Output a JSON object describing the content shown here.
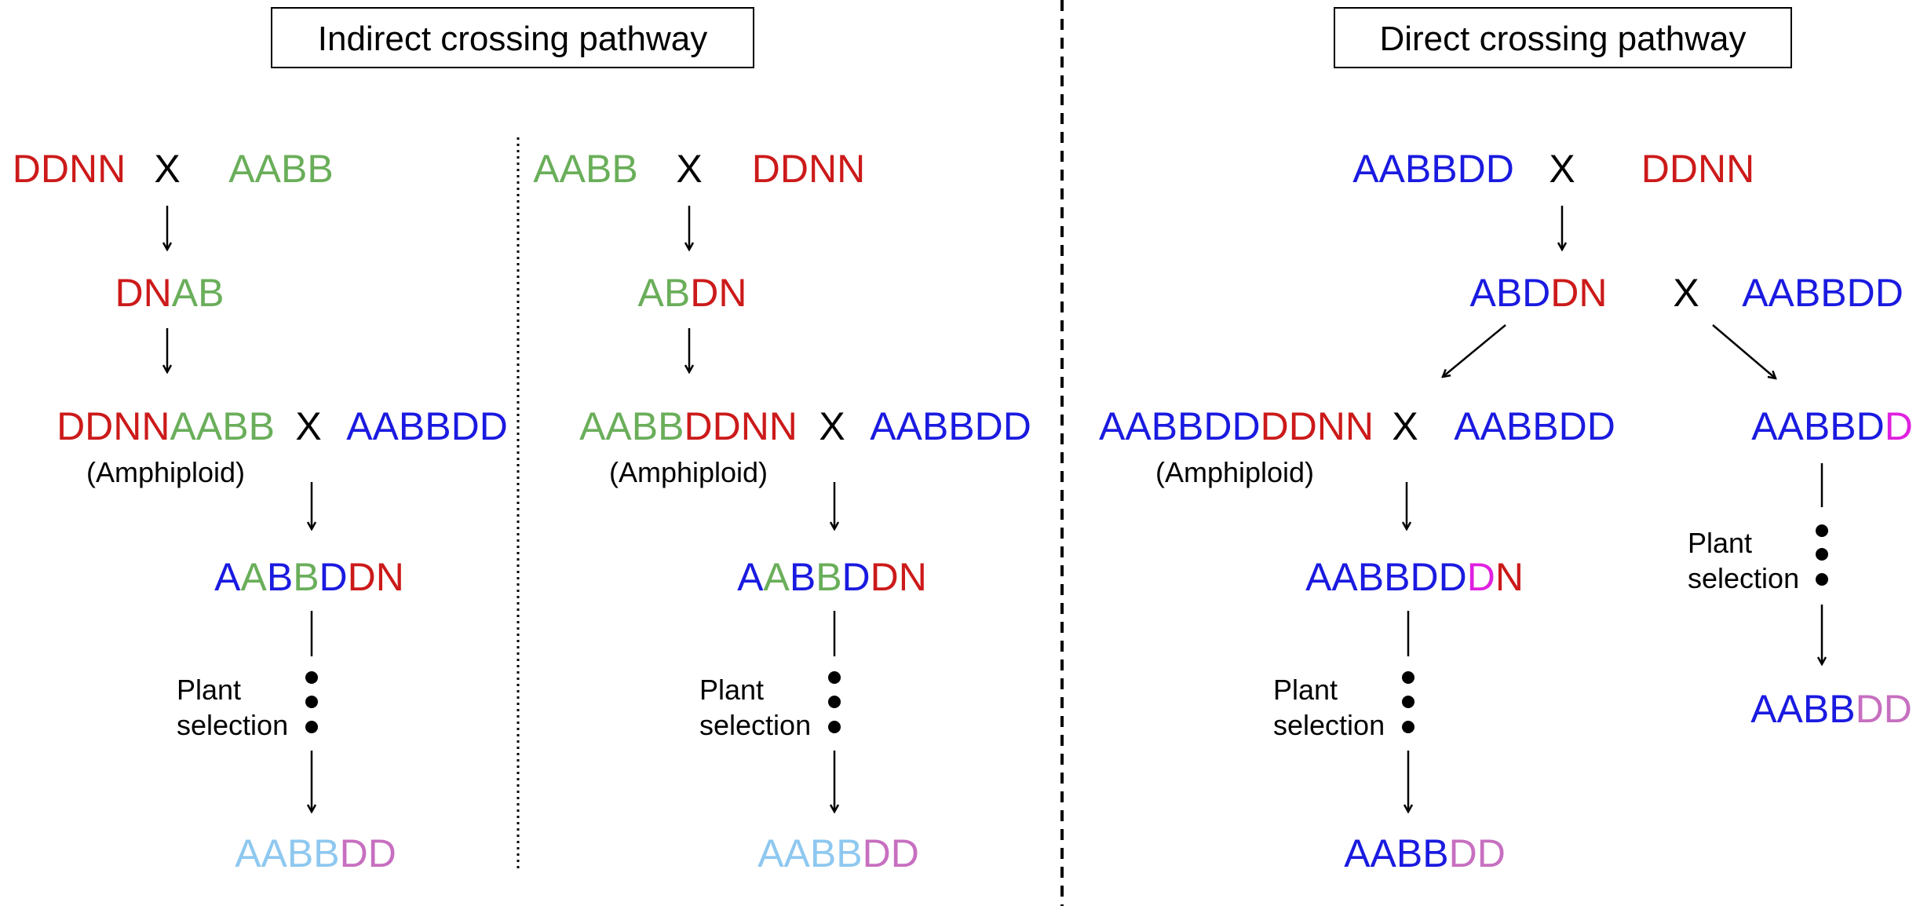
{
  "colors": {
    "red": "#cc1a1a",
    "green": "#6aae5a",
    "blue": "#1a1ae0",
    "light_blue": "#8ec8f0",
    "pink": "#c76fc0",
    "magenta": "#e020e0",
    "black": "#000000"
  },
  "titles": {
    "indirect": "Indirect crossing pathway",
    "direct": "Direct crossing pathway"
  },
  "labels": {
    "cross": "X",
    "amphiploid": "(Amphiploid)",
    "plant": "Plant",
    "selection": "selection"
  },
  "genotypes": {
    "p1_parent1": [
      {
        "text": "DDNN",
        "color": "red"
      }
    ],
    "p1_parent2": [
      {
        "text": "AABB",
        "color": "green"
      }
    ],
    "p1_f1": [
      {
        "text": "DN",
        "color": "red"
      },
      {
        "text": "AB",
        "color": "green"
      }
    ],
    "p1_amph": [
      {
        "text": "DDNN",
        "color": "red"
      },
      {
        "text": "AABB",
        "color": "green"
      }
    ],
    "p1_wheat": [
      {
        "text": "AABBDD",
        "color": "blue"
      }
    ],
    "p1_bc": [
      {
        "text": "A",
        "color": "blue"
      },
      {
        "text": "A",
        "color": "green"
      },
      {
        "text": "B",
        "color": "blue"
      },
      {
        "text": "B",
        "color": "green"
      },
      {
        "text": "D",
        "color": "blue"
      },
      {
        "text": "DN",
        "color": "red"
      }
    ],
    "p1_final": [
      {
        "text": "AABB",
        "color": "light_blue"
      },
      {
        "text": "DD",
        "color": "pink"
      }
    ],
    "p2_parent1": [
      {
        "text": "AABB",
        "color": "green"
      }
    ],
    "p2_parent2": [
      {
        "text": "DDNN",
        "color": "red"
      }
    ],
    "p2_f1": [
      {
        "text": "AB",
        "color": "green"
      },
      {
        "text": "DN",
        "color": "red"
      }
    ],
    "p2_amph": [
      {
        "text": "AABB",
        "color": "green"
      },
      {
        "text": "DDNN",
        "color": "red"
      }
    ],
    "p2_wheat": [
      {
        "text": "AABBDD",
        "color": "blue"
      }
    ],
    "p2_bc": [
      {
        "text": "A",
        "color": "blue"
      },
      {
        "text": "A",
        "color": "green"
      },
      {
        "text": "B",
        "color": "blue"
      },
      {
        "text": "B",
        "color": "green"
      },
      {
        "text": "D",
        "color": "blue"
      },
      {
        "text": "DN",
        "color": "red"
      }
    ],
    "p2_final": [
      {
        "text": "AABB",
        "color": "light_blue"
      },
      {
        "text": "DD",
        "color": "pink"
      }
    ],
    "d_parent1": [
      {
        "text": "AABBDD",
        "color": "blue"
      }
    ],
    "d_parent2": [
      {
        "text": "DDNN",
        "color": "red"
      }
    ],
    "d_f1": [
      {
        "text": "ABD",
        "color": "blue"
      },
      {
        "text": "DN",
        "color": "red"
      }
    ],
    "d_wheat1": [
      {
        "text": "AABBDD",
        "color": "blue"
      }
    ],
    "d_amph": [
      {
        "text": "AABBDD",
        "color": "blue"
      },
      {
        "text": "DDNN",
        "color": "red"
      }
    ],
    "d_wheat2": [
      {
        "text": "AABBDD",
        "color": "blue"
      }
    ],
    "d_right": [
      {
        "text": "AABBD",
        "color": "blue"
      },
      {
        "text": "D",
        "color": "magenta"
      }
    ],
    "d_bc": [
      {
        "text": "AABBDD",
        "color": "blue"
      },
      {
        "text": "D",
        "color": "magenta"
      },
      {
        "text": "N",
        "color": "red"
      }
    ],
    "d_final_left": [
      {
        "text": "AABB",
        "color": "blue"
      },
      {
        "text": "DD",
        "color": "pink"
      }
    ],
    "d_final_right": [
      {
        "text": "AABB",
        "color": "blue"
      },
      {
        "text": "DD",
        "color": "pink"
      }
    ]
  }
}
